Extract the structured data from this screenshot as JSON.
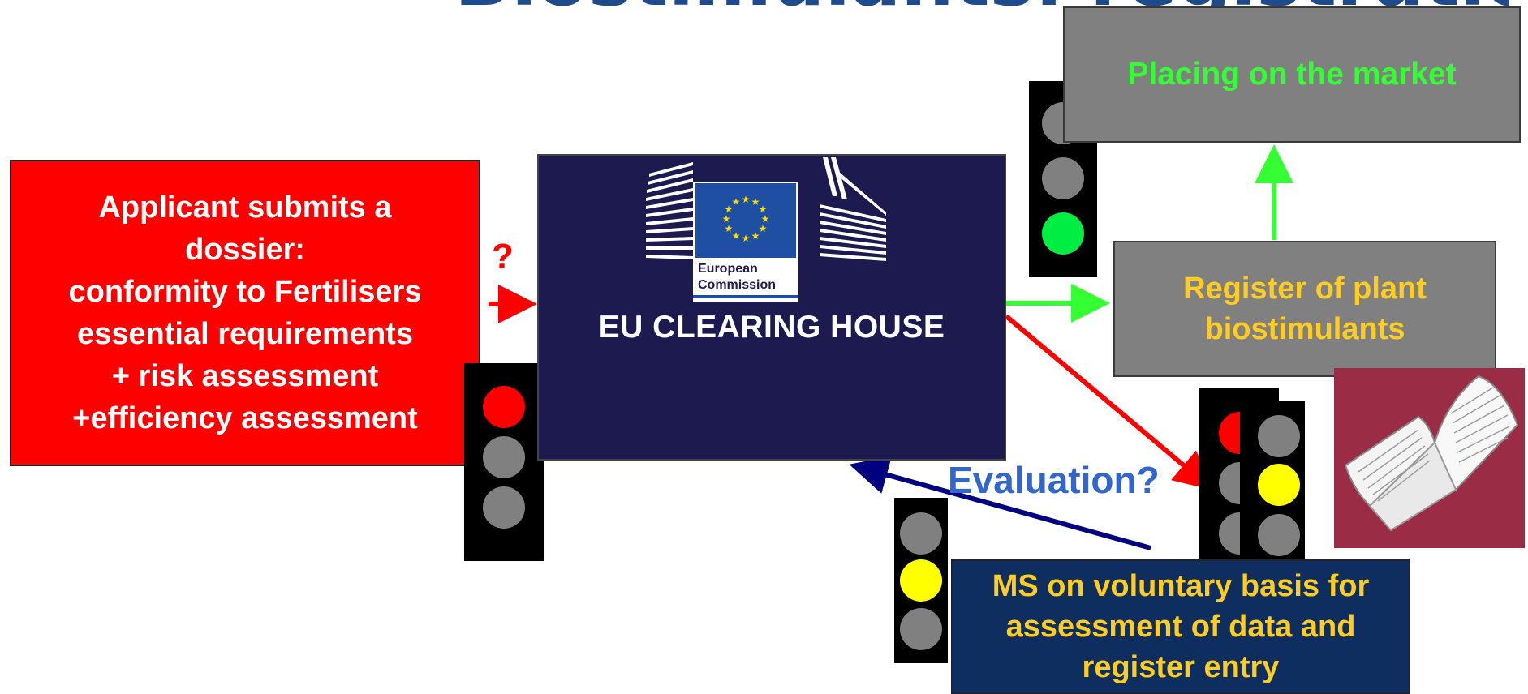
{
  "title": "Biostimulants: registration (proposal)",
  "applicant_box": {
    "text": "Applicant submits a\ndossier:\nconformity to Fertilisers\nessential requirements\n+ risk assessment\n+efficiency assessment"
  },
  "clearing_house": {
    "logo_text_line1": "European",
    "logo_text_line2": "Commission",
    "label": "EU CLEARING HOUSE"
  },
  "placing_box": {
    "text": "Placing on the market"
  },
  "register_box": {
    "text": "Register of plant\nbiostimulants"
  },
  "ms_box": {
    "text": "MS on voluntary basis for\nassessment of data and\nregister entry"
  },
  "question_mark": "?",
  "evaluation_label": "Evaluation?",
  "colors": {
    "red": "#ff0000",
    "green": "#33ff33",
    "yellow": "#ffff00",
    "grey_lamp": "#808080",
    "navy": "#1c1a4e",
    "dark_blue": "#0d2e5e",
    "title_blue": "#1e4b8c"
  },
  "traffic_lights": [
    {
      "name": "applicant-light",
      "lit": "red"
    },
    {
      "name": "market-light",
      "lit": "green"
    },
    {
      "name": "ms-light",
      "lit": "yellow"
    },
    {
      "name": "evaluation-light-back",
      "lit": "red"
    },
    {
      "name": "evaluation-light-front",
      "lit": "yellow"
    }
  ]
}
